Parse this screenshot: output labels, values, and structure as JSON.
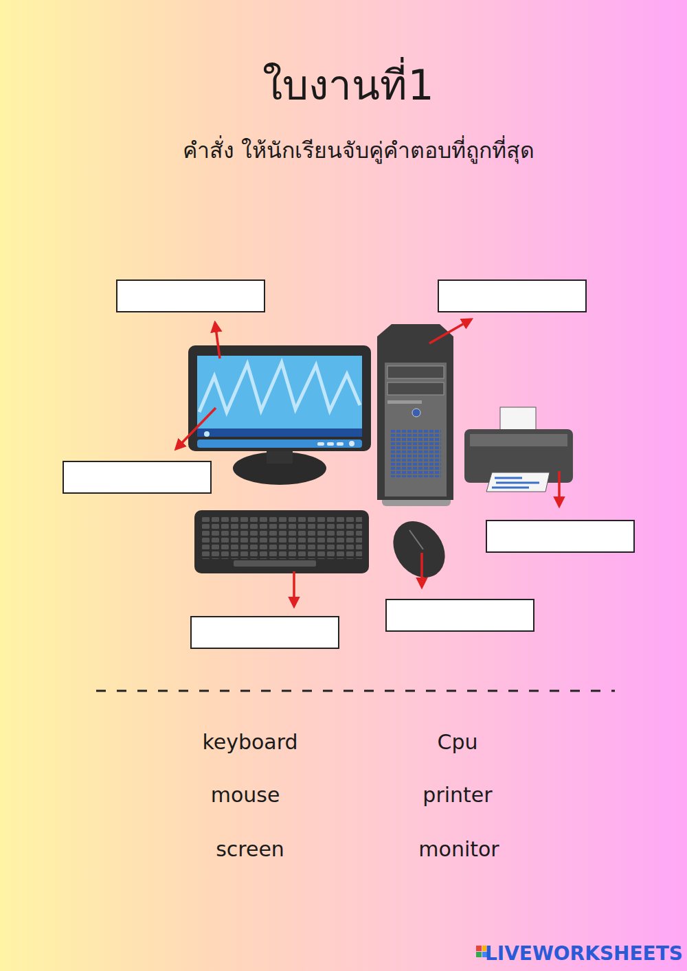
{
  "diagram": {
    "title": "ใบงานที่1",
    "labels": [
      "คำสั่ง ให้นักเรียนจับคู่คำตอบที่ถูกที่สุด",
      "keyboard",
      "Cpu",
      "mouse",
      "printer",
      "screen",
      "monitor",
      "LIVEWORKSHEETS"
    ]
  }
}
